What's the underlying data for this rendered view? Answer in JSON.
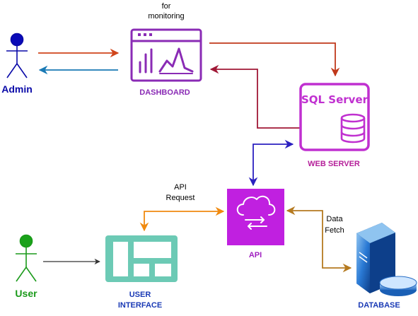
{
  "actors": {
    "admin": {
      "label": "Admin",
      "color": "#0a0aa8"
    },
    "user": {
      "label": "User",
      "color": "#1a9a1a"
    }
  },
  "nodes": {
    "dashboard": {
      "label": "DASHBOARD",
      "color": "#8a2bb5"
    },
    "web_server": {
      "label": "WEB SERVER",
      "color": "#b5209a",
      "icon_text": "SQL Server"
    },
    "api": {
      "label": "API",
      "color": "#a020c0"
    },
    "user_interface": {
      "label_line1": "USER",
      "label_line2": "INTERFACE",
      "color": "#1a3ab5"
    },
    "database": {
      "label": "DATABASE",
      "color": "#1a3ab5"
    }
  },
  "annotations": {
    "for_monitoring_line1": "for",
    "for_monitoring_line2": "monitoring",
    "api_request_line1": "API",
    "api_request_line2": "Request",
    "data_fetch_line1": "Data",
    "data_fetch_line2": "Fetch"
  },
  "colors": {
    "admin_to_dashboard": "#d0451b",
    "dashboard_to_admin": "#1a7ab5",
    "dashboard_to_server": "#c0391b",
    "server_to_dashboard": "#a01836",
    "server_api": "#2b20c0",
    "api_ui": "#f08a10",
    "api_db": "#b57a20",
    "user_to_ui": "#333333",
    "ui_icon": "#6ccab5",
    "api_icon_bg": "#c020e0",
    "server_icon": "#c030d0",
    "db_icon": "#2a7ad5"
  }
}
